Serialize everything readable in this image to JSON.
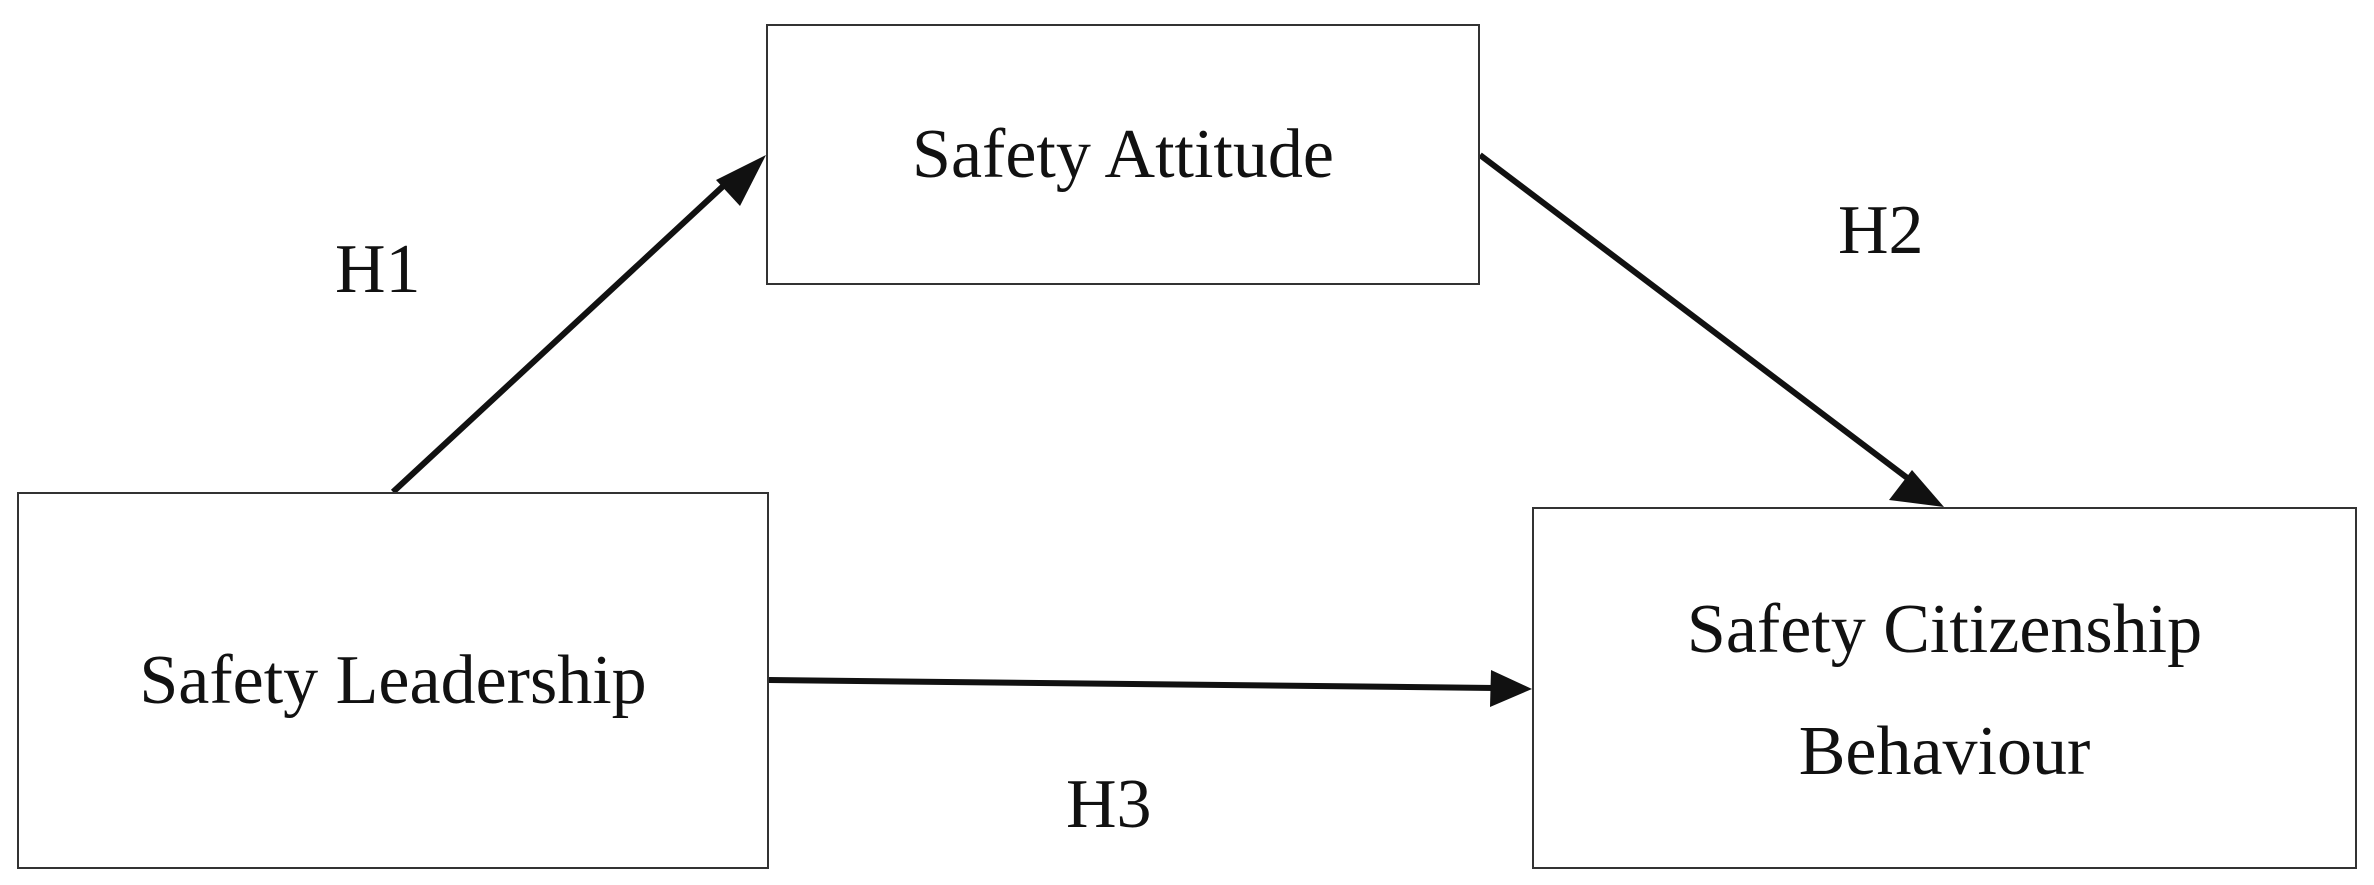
{
  "nodes": {
    "attitude": {
      "label": "Safety Attitude"
    },
    "leadership": {
      "label": "Safety Leadership"
    },
    "scb": {
      "line1": "Safety Citizenship",
      "line2": "Behaviour"
    }
  },
  "edges": [
    {
      "id": "H1",
      "from": "leadership",
      "to": "attitude",
      "label": "H1"
    },
    {
      "id": "H2",
      "from": "attitude",
      "to": "scb",
      "label": "H2"
    },
    {
      "id": "H3",
      "from": "leadership",
      "to": "scb",
      "label": "H3"
    }
  ],
  "colors": {
    "line": "#111111",
    "border": "#333333",
    "text": "#111111"
  }
}
